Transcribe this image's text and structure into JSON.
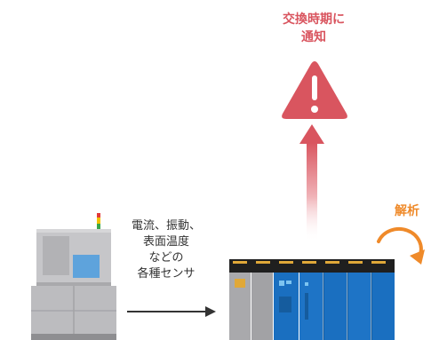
{
  "alert": {
    "line1": "交換時期に",
    "line2": "通知"
  },
  "analysis": {
    "label": "解析"
  },
  "sensors": {
    "line1": "電流、振動、",
    "line2": "表面温度",
    "line3": "などの",
    "line4": "各種センサ"
  },
  "colors": {
    "alert_red": "#d9555f",
    "analysis_orange": "#ef8a2a",
    "plc_blue": "#1a6fc0",
    "machine_gray": "#b9b9bc",
    "text_dark": "#333333"
  }
}
